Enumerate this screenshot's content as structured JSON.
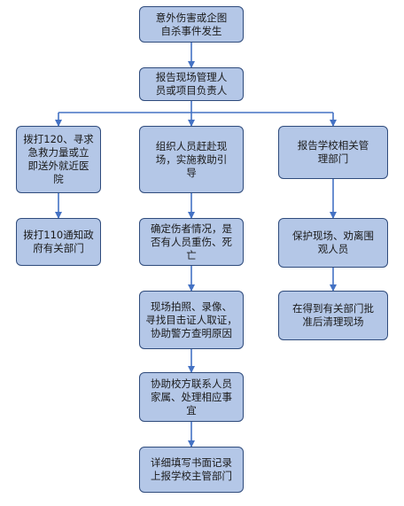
{
  "colors": {
    "node_fill": "#b4c7e7",
    "node_border": "#2f4b7c",
    "edge": "#4472c4"
  },
  "nodes": {
    "start": "意外伤害或企图\n自杀事件发生",
    "report_manager": "报告现场管理人\n员或项目负责人",
    "call_120": "拨打120、寻求\n急救力量或立\n即送外就近医\n院",
    "organize_rescue": "组织人员赶赴现\n场，实施救助引\n导",
    "report_school": "报告学校相关管\n理部门",
    "call_110": "拨打110通知政\n府有关部门",
    "confirm_injury": "确定伤者情况，是\n否有人员重伤、死\n亡",
    "protect_scene": "保护现场、劝离围\n观人员",
    "photo_record": "现场拍照、录像、\n寻找目击证人取证，\n协助警方查明原因",
    "clean_scene": "在得到有关部门批\n准后清理现场",
    "contact_family": "协助校方联系人员\n家属、处理相应事\n宜",
    "written_record": "详细填写书面记录\n上报学校主管部门"
  }
}
